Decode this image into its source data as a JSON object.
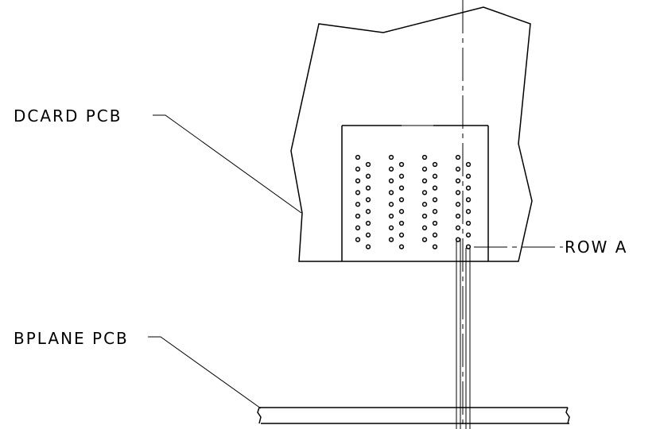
{
  "labels": {
    "dcard": "DCARD PCB",
    "bplane": "BPLANE PCB",
    "row": "ROW A"
  },
  "connector": {
    "columns": 4,
    "pins_per_column": 16
  },
  "colors": {
    "line": "#000000",
    "background": "#ffffff"
  }
}
